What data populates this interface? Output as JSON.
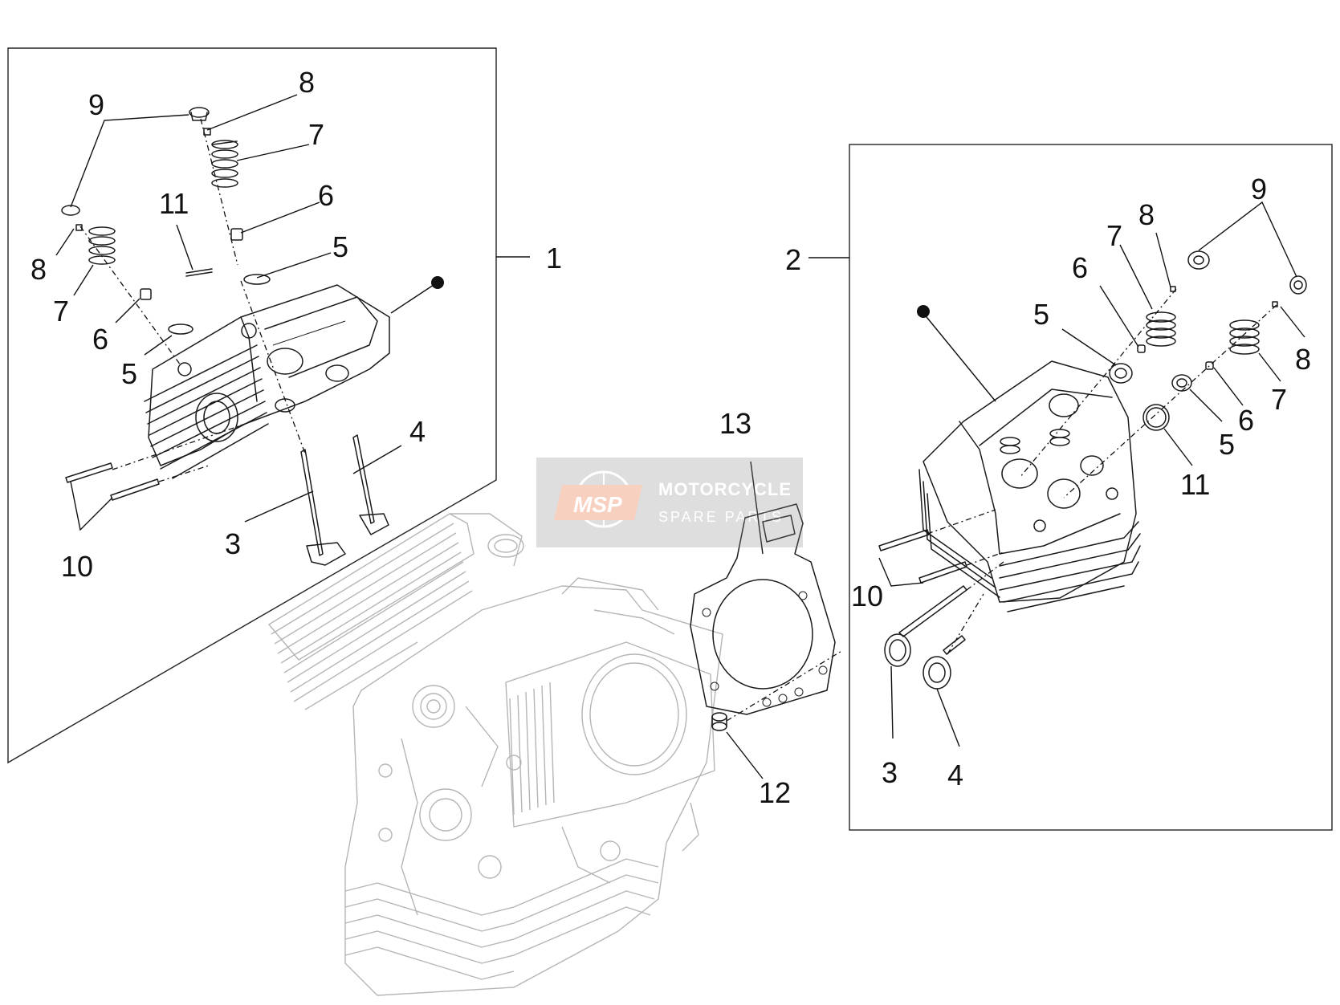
{
  "watermark": {
    "logo_text": "MSP",
    "title": "MOTORCYCLE",
    "subtitle": "SPARE PARTS"
  },
  "callouts": {
    "group_left": "1",
    "group_right": "2",
    "left": {
      "n3": "3",
      "n4": "4",
      "n5a": "5",
      "n5b": "5",
      "n6a": "6",
      "n6b": "6",
      "n7a": "7",
      "n7b": "7",
      "n8a": "8",
      "n8b": "8",
      "n9": "9",
      "n10": "10",
      "n11": "11"
    },
    "right": {
      "n3": "3",
      "n4": "4",
      "n5a": "5",
      "n5b": "5",
      "n6a": "6",
      "n6b": "6",
      "n7a": "7",
      "n7b": "7",
      "n8a": "8",
      "n8b": "8",
      "n9": "9",
      "n10": "10",
      "n11": "11"
    },
    "n12": "12",
    "n13": "13"
  }
}
